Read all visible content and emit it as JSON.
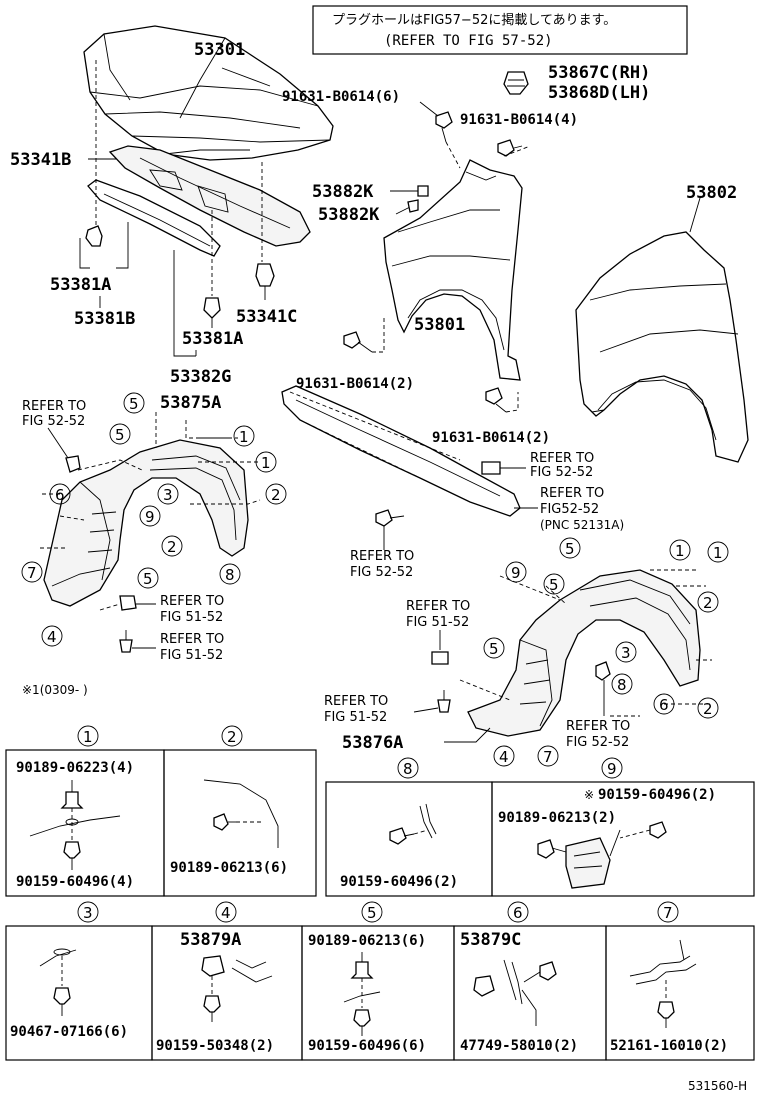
{
  "note": {
    "line1": "プラグホールはFIG57−52に掲載してあります。",
    "line2": "(REFER TO FIG  57-52)"
  },
  "parts": {
    "hood": "53301",
    "hood_sub_rh": "53867C(RH)",
    "hood_sub_lh": "53868D(LH)",
    "hood_seal_b": "53341B",
    "seal_a_left": "53381A",
    "seal_b": "53381B",
    "seal_c": "53341C",
    "seal_a_center": "53381A",
    "seal_g": "53382G",
    "liner_rh": "53875A",
    "bolt_top_left": "91631-B0614(6)",
    "bolt_top_right": "91631-B0614(4)",
    "clip_k1": "53882K",
    "clip_k2": "53882K",
    "fender_rh": "53801",
    "fender_lh": "53802",
    "bolt_mid_left": "91631-B0614(2)",
    "bolt_mid_right": "91631-B0614(2)",
    "liner_lh": "53876A",
    "footer_code": "531560-H",
    "date_note": "※1(0309-         )"
  },
  "refs": {
    "r1": [
      "REFER TO",
      "FIG 52-52"
    ],
    "r2": [
      "REFER TO",
      "FIG 52-52"
    ],
    "r3": [
      "REFER TO",
      "FIG52-52",
      "(PNC 52131A)"
    ],
    "r4": [
      "REFER TO",
      "FIG 52-52"
    ],
    "r5": [
      "REFER TO",
      "FIG 51-52"
    ],
    "r6": [
      "REFER TO",
      "FIG 51-52"
    ],
    "r7": [
      "REFER TO",
      "FIG 51-52"
    ],
    "r8": [
      "REFER TO",
      "FIG 51-52"
    ],
    "r9": [
      "REFER TO",
      "FIG 52-52"
    ]
  },
  "circles": {
    "c1": "1",
    "c2": "2",
    "c3": "3",
    "c4": "4",
    "c5": "5",
    "c6": "6",
    "c7": "7",
    "c8": "8",
    "c9": "9"
  },
  "details": {
    "d1_top": "90189-06223(4)",
    "d1_bottom": "90159-60496(4)",
    "d2": "90189-06213(6)",
    "d8": "90159-60496(2)",
    "d9_top": "90159-60496(2)",
    "d9_mid": "90189-06213(2)",
    "d9_mark": "※",
    "d3": "90467-07166(6)",
    "d4_top": "53879A",
    "d4_bottom": "90159-50348(2)",
    "d5_top": "90189-06213(6)",
    "d5_bottom": "90159-60496(6)",
    "d6_top": "53879C",
    "d6_bottom": "47749-58010(2)",
    "d7": "52161-16010(2)"
  }
}
